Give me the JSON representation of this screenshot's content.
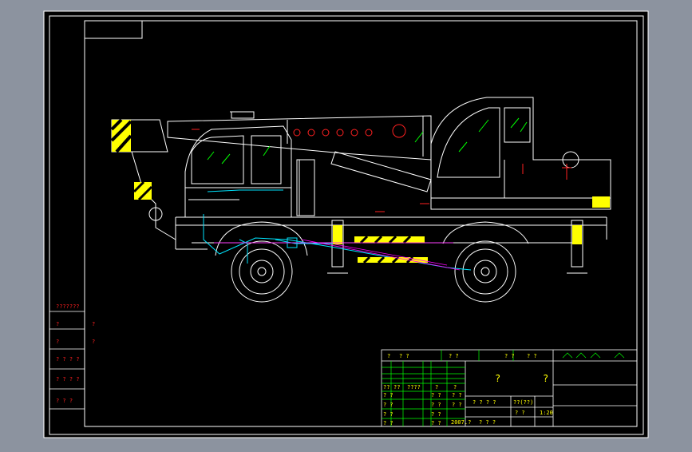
{
  "colors": {
    "background": "#8c939f",
    "canvas": "#000000",
    "line": "#ffffff",
    "accent_cyan": "#00e5ff",
    "accent_green": "#00ff00",
    "accent_red": "#ff2020",
    "accent_magenta": "#ff00ff",
    "accent_yellow": "#ffff00"
  },
  "drawing": {
    "subject": "truck-crane side view"
  },
  "left_strip": {
    "row1": "???????",
    "row2a": "?",
    "row2b": "?",
    "row3a": "?",
    "row3b": "?",
    "row4": "? ? ? ?",
    "row5": "? ? ? ?",
    "row6": "? ? ?"
  },
  "title_block": {
    "top_left": "?",
    "top_mid": "? ?",
    "top_right_a": "? ?",
    "top_right_b": "? ?",
    "top_right_c": "? ?",
    "big_left": "?",
    "big_right": "?",
    "row_a1": "??",
    "row_a2": "??",
    "row_a3": "????",
    "row_a4": "?",
    "row_a5": "?",
    "row_b1": "? ?",
    "row_b2": "? ?",
    "row_b3": "? ?",
    "row_c1": "? ?",
    "row_c2": "? ?",
    "row_c3": "? ?",
    "row_d1": "? ?",
    "row_d2": "? ?",
    "row_d3": "? ?",
    "mid_a": "? ? ? ?",
    "mid_b": "??(??)",
    "mid_c": "? ?",
    "mid_d": "? ?",
    "scale": "1:20",
    "date": "2007.?",
    "bottom_a": "? ? ?"
  }
}
